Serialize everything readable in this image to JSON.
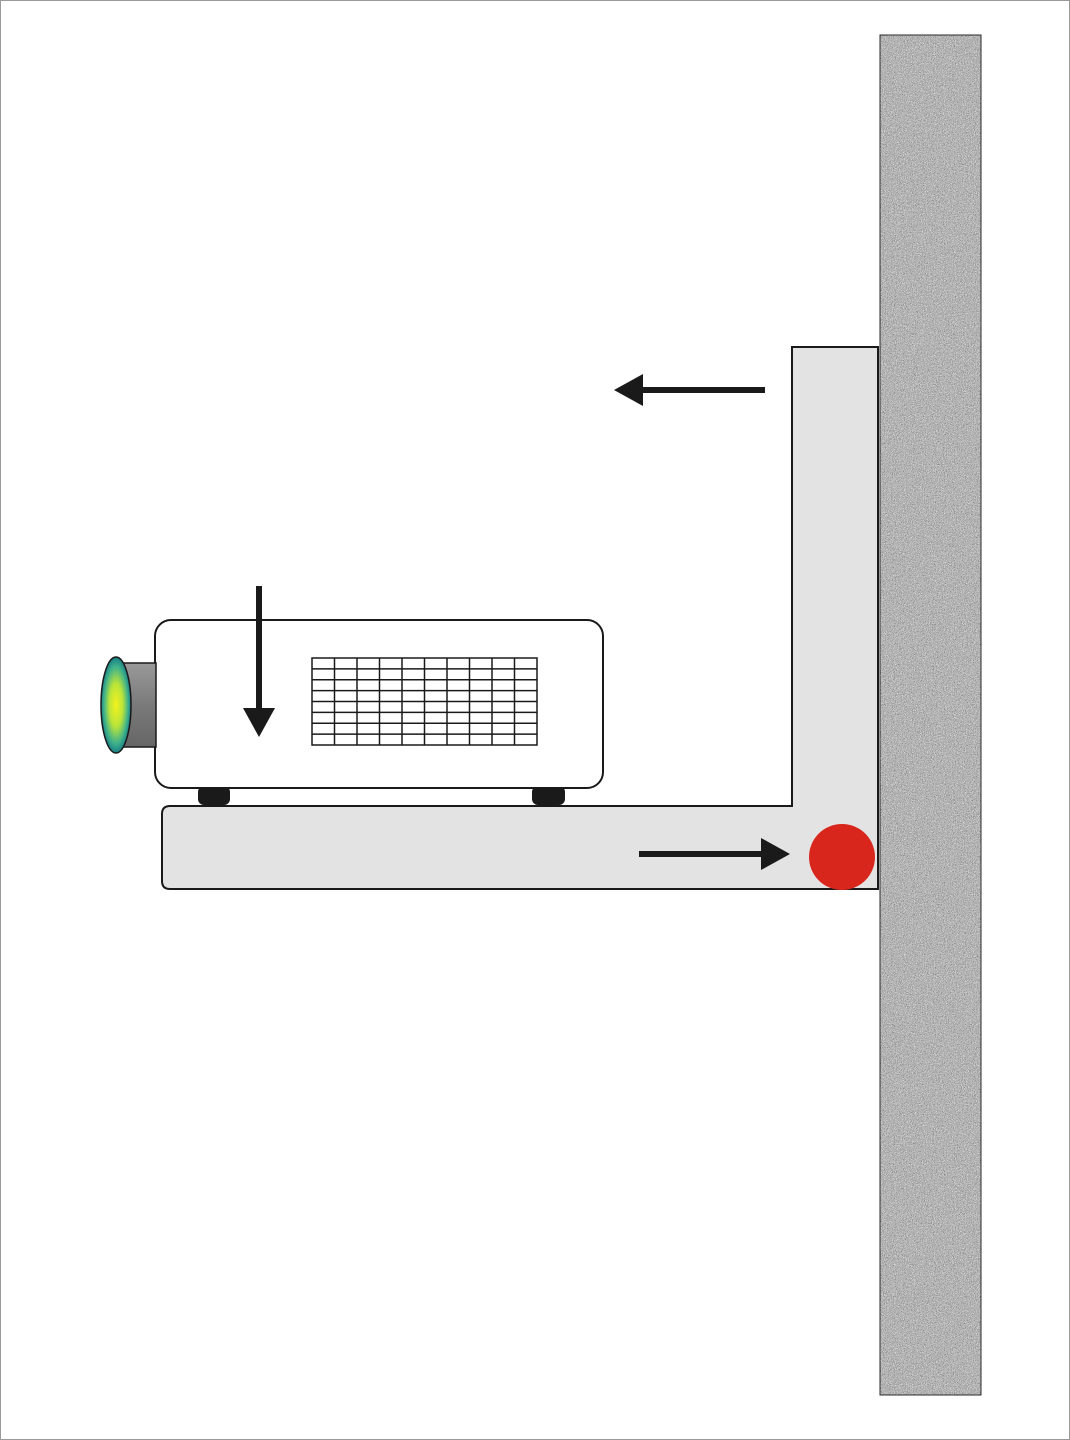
{
  "diagram": {
    "kind": "wall-mounted projector shelf schematic",
    "colors": {
      "background": "#ffffff",
      "frame": "#9a9a9a",
      "wall_dark": "#3a3a3a",
      "wall_light": "#f2f2f2",
      "bracket_fill": "#e3e3e3",
      "outline": "#1a1a1a",
      "projector_body": "#ffffff",
      "lens_barrel": "#7f7f7f",
      "lens_outer": "#1f9e8a",
      "lens_inner": "#e8f02a",
      "feet": "#1a1a1a",
      "arrow": "#1a1a1a",
      "pivot_point": "#d9261c"
    },
    "vent_grille": {
      "columns": 10,
      "rows": 8
    },
    "arrows": [
      {
        "id": "top-arrow",
        "direction": "left"
      },
      {
        "id": "projector-arrow",
        "direction": "down"
      },
      {
        "id": "bottom-arrow",
        "direction": "right"
      }
    ],
    "icons": [
      "projector-icon",
      "lens-icon",
      "wall-icon",
      "bracket-icon",
      "pivot-point-icon"
    ]
  }
}
